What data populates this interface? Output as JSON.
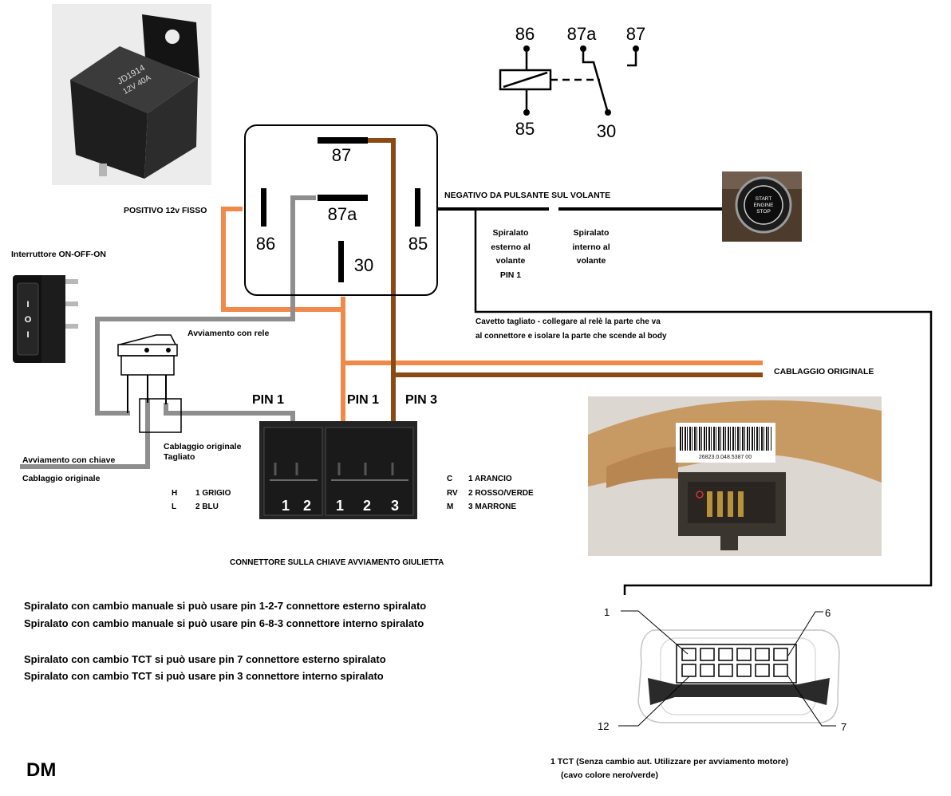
{
  "signature": "DM",
  "wire_colors": {
    "orange": "#f08a4b",
    "gray": "#8e8e8e",
    "brown": "#8b4a13",
    "black": "#000000"
  },
  "relay_photo": {
    "model": "JD1914",
    "rating": "12V  40A"
  },
  "relay_symbol": {
    "pin_86": "86",
    "pin_87a": "87a",
    "pin_87": "87",
    "pin_85": "85",
    "pin_30": "30"
  },
  "relay_socket": {
    "pin_87": "87",
    "pin_87a": "87a",
    "pin_86": "86",
    "pin_85": "85",
    "pin_30": "30"
  },
  "start_button": {
    "lines": [
      "START",
      "ENGINE",
      "STOP"
    ]
  },
  "switch_photo": {
    "title": "Interruttore ON-OFF-ON",
    "symbols": [
      "I",
      "O",
      "I"
    ]
  },
  "switch_schematic": {
    "label": "Avviamento con rele"
  },
  "labels": {
    "positive": "POSITIVO 12v FISSO",
    "negative": "NEGATIVO DA PULSANTE SUL VOLANTE",
    "spiral_external": [
      "Spiralato",
      "esterno al",
      "volante",
      "PIN 1"
    ],
    "spiral_internal": [
      "Spiralato",
      "interno al",
      "volante"
    ],
    "cut_wire": [
      "Cavetto tagliato - collegare al relè la parte che va",
      "al connettore e isolare la parte che scende al body"
    ],
    "original_harness": "CABLAGGIO ORIGINALE",
    "cut_original": [
      "Cablaggio originale",
      "Tagliato"
    ],
    "key_start": "Avviamento con chiave",
    "original_harness_lower": "Cablaggio originale"
  },
  "ignition_connector": {
    "pin_labels": {
      "gray": "PIN 1",
      "orange": "PIN 1",
      "brown": "PIN 3"
    },
    "left_block": [
      "1",
      "2"
    ],
    "right_block": [
      "1",
      "2",
      "3"
    ],
    "left_legend": [
      {
        "code": "H",
        "desc": "1 GRIGIO"
      },
      {
        "code": "L",
        "desc": "2 BLU"
      }
    ],
    "right_legend": [
      {
        "code": "C",
        "desc": "1 ARANCIO"
      },
      {
        "code": "RV",
        "desc": "2 ROSSO/VERDE"
      },
      {
        "code": "M",
        "desc": "3 MARRONE"
      }
    ],
    "caption": "CONNETTORE SULLA CHIAVE AVVIAMENTO GIULIETTA"
  },
  "clock_spring": {
    "barcode": "26823.0.048.5387 00"
  },
  "spiral_connector": {
    "pins": {
      "top_left": "1",
      "top_right": "6",
      "bottom_left": "12",
      "bottom_right": "7"
    },
    "caption": [
      "1 TCT (Senza cambio aut. Utilizzare per avviamento motore)",
      "(cavo colore nero/verde)"
    ]
  },
  "notes": [
    "Spiralato con cambio manuale si può usare pin 1-2-7 connettore esterno spiralato",
    "Spiralato con cambio manuale si può usare pin 6-8-3 connettore interno spiralato",
    "Spiralato con cambio TCT si può usare pin 7 connettore esterno spiralato",
    "Spiralato con cambio TCT si può usare pin 3 connettore interno spiralato"
  ]
}
